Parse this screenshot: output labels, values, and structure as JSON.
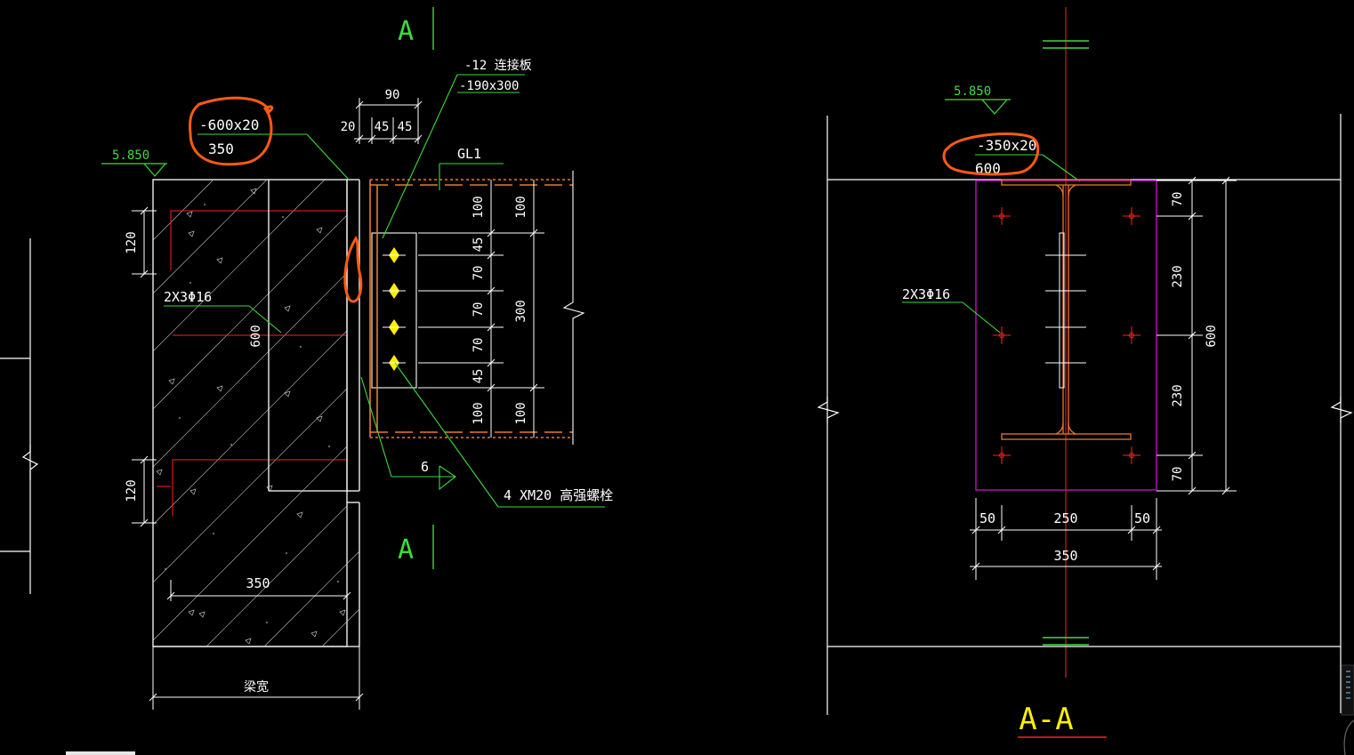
{
  "colors": {
    "background": "#000000",
    "line": "#ffffff",
    "annotation": "#3ddc3d",
    "rebar": "#ff2020",
    "steel": "#e87a2a",
    "markup": "#ff5a14",
    "plate": "#d010d0",
    "title": "#ffee00",
    "bolt": "#ffee00",
    "centerline": "#ff2020"
  },
  "left_view": {
    "section_mark_top": "A",
    "section_mark_bottom": "A",
    "elevation": "5.850",
    "plate_label": {
      "line1": "-600x20",
      "line2": "350"
    },
    "connect_plate_label": {
      "line1": "-12 连接板",
      "line2": "-190x300"
    },
    "beam_label": "GL1",
    "top_dims": {
      "overall": "90",
      "edge": "20",
      "a": "45",
      "b": "45"
    },
    "left_dims": {
      "top": "120",
      "bottom": "120",
      "height": "600"
    },
    "rebar_label": "2X3Φ16",
    "bolt_label": "4 XM20 高强螺栓",
    "weld_mark": "6",
    "right_dims_inner": [
      "100",
      "45",
      "70",
      "70",
      "70",
      "45",
      "100"
    ],
    "right_dims_outer": [
      "100",
      "300",
      "100"
    ],
    "bottom_dim_width": "350",
    "beam_width_label": "梁宽"
  },
  "right_view": {
    "elevation": "5.850",
    "plate_label": {
      "line1": "-350x20",
      "line2": "600"
    },
    "rebar_label": "2X3Φ16",
    "right_dims_inner": [
      "70",
      "230",
      "230",
      "70"
    ],
    "right_dim_outer": "600",
    "bottom_dims": [
      "50",
      "250",
      "50"
    ],
    "bottom_dim_total": "350",
    "title": "A-A"
  }
}
